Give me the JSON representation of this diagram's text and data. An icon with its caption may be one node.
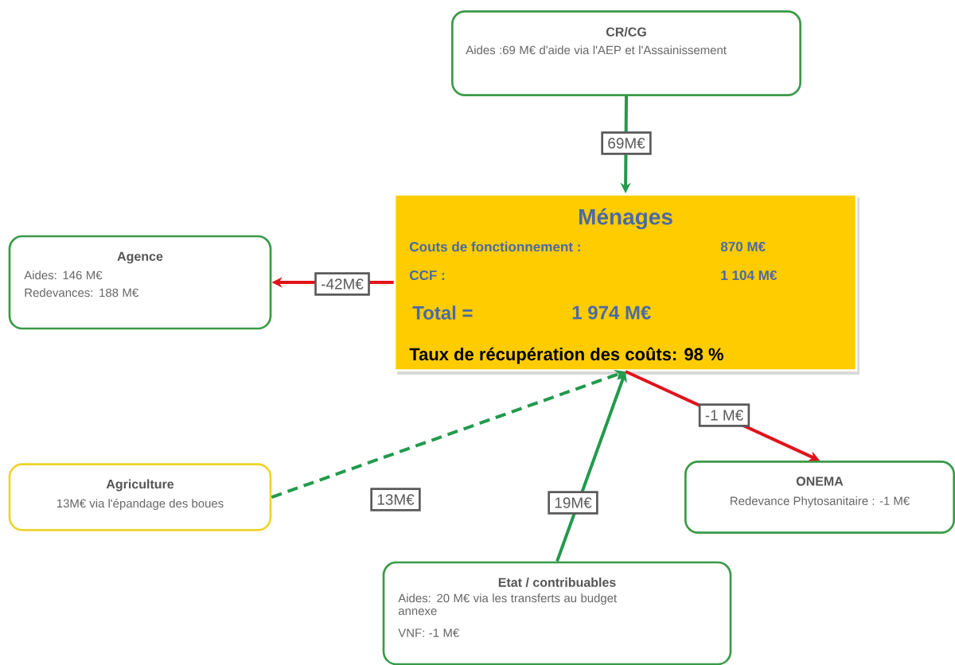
{
  "diagram": {
    "nodes": [
      {
        "text": [
          "CR/CG",
          "Aides :69 M€ d'aide via l'AEP et l'Assainissement"
        ]
      },
      {
        "text": [
          "Ménages",
          "Couts de fonctionnement :",
          "870 M€",
          "CCF :",
          "1 104 M€",
          "Total =",
          "1 974 M€",
          "Taux de récupération des coûts: 98 %"
        ]
      },
      {
        "text": [
          "Agence",
          "Aides: 146 M€",
          "Redevances:  188 M€"
        ]
      },
      {
        "text": [
          "Agriculture",
          "13M€ via l'épandage des boues"
        ]
      },
      {
        "text": [
          "ONEMA",
          "Redevance Phytosanitaire : -1 M€"
        ]
      },
      {
        "text": [
          "Etat / contribuables",
          "Aides: 20 M€ via les transferts au budget annexe",
          "VNF: -1 M€"
        ]
      }
    ],
    "edges": [
      {
        "from": 0,
        "to": 1,
        "arrow": "to",
        "label": "69M€"
      },
      {
        "from": 1,
        "to": 2,
        "arrow": "to",
        "label": "-42M€",
        "color": "#e3121b"
      },
      {
        "from": 3,
        "to": 1,
        "arrow": "to",
        "label": "13M€",
        "style": "dashed"
      },
      {
        "from": 5,
        "to": 1,
        "arrow": "to",
        "label": "19M€"
      },
      {
        "from": 1,
        "to": 4,
        "arrow": "to",
        "label": "-1 M€",
        "color": "#e3121b"
      }
    ]
  }
}
